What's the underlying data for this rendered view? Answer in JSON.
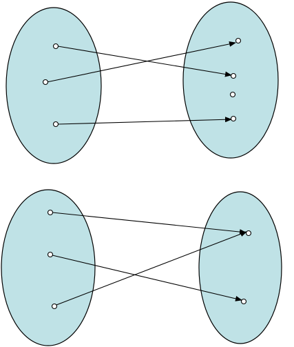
{
  "colors": {
    "set_fill": "#bfe2e6",
    "set_stroke": "#000000",
    "arrow": "#000000",
    "dot_fill": "#ffffff"
  },
  "diagrams": [
    {
      "name": "upper-mapping",
      "domain_set": {
        "elements": [
          "d1",
          "d2",
          "d3"
        ]
      },
      "codomain_set": {
        "elements": [
          "c1",
          "c2",
          "c3",
          "c4"
        ]
      },
      "mappings": [
        {
          "from": "d1",
          "to": "c2"
        },
        {
          "from": "d2",
          "to": "c1"
        },
        {
          "from": "d3",
          "to": "c4"
        }
      ]
    },
    {
      "name": "lower-mapping",
      "domain_set": {
        "elements": [
          "d1",
          "d2",
          "d3"
        ]
      },
      "codomain_set": {
        "elements": [
          "c1",
          "c2"
        ]
      },
      "mappings": [
        {
          "from": "d1",
          "to": "c1"
        },
        {
          "from": "d2",
          "to": "c2"
        },
        {
          "from": "d3",
          "to": "c1"
        }
      ]
    }
  ]
}
